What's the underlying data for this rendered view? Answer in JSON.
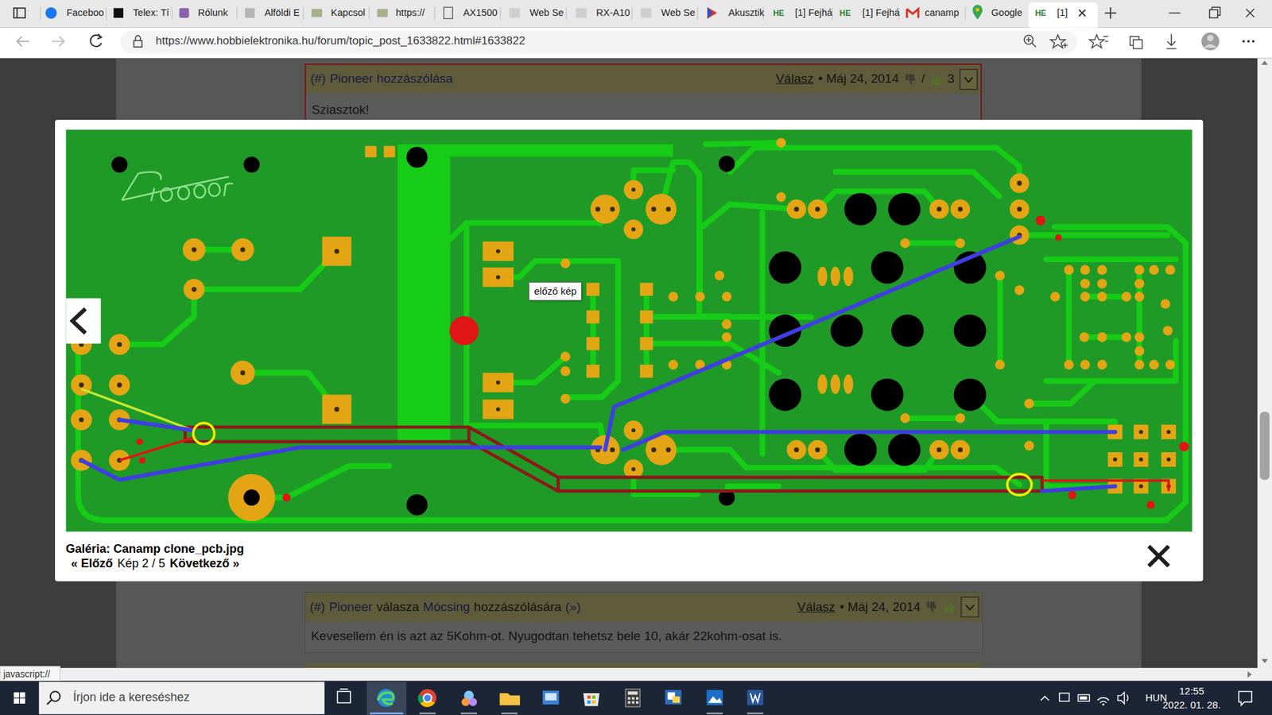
{
  "diagram": {
    "nodes": [
      {
        "text": [
          "(#)",
          "Pioneer hozzászólása",
          "Válasz",
          "• Máj 24, 2014",
          "/",
          "3",
          "Sziasztok!"
        ]
      },
      {
        "text": [
          "Galéria: Canamp clone_pcb.jpg",
          "« Előző",
          "Kép 2 / 5",
          "Következő »"
        ]
      },
      {
        "text": [
          "előző kép"
        ],
        "in": 1
      },
      {
        "text": [
          "(#)",
          "Pioneer",
          "válasza",
          "Mócsing",
          "hozzászólására",
          "(»)",
          "Válasz",
          "• Máj 24, 2014",
          "Kevesellem én is azt az 5Kohm-ot. Nyugodtan tehetsz bele 10, akár 22kohm-osat is."
        ]
      }
    ],
    "labels": [
      "Faceboo",
      "Telex: Tí",
      "Rólunk",
      "Alföldi E",
      "Kapcsol",
      "https://",
      "AX1500",
      "Web Se",
      "RX-A10",
      "Web Se",
      "Akusztik",
      "HE",
      "[1] Fejhá",
      "HE",
      "[1] Fejhá",
      "canamp",
      "Google",
      "HE",
      "[1]",
      "https://www.hobbielektronika.hu/forum/topic_post_1633822.html#1633822",
      "javascript://",
      "Írjon ide a kereséshez",
      "HUN",
      "12:55",
      "2022. 01. 28."
    ]
  }
}
